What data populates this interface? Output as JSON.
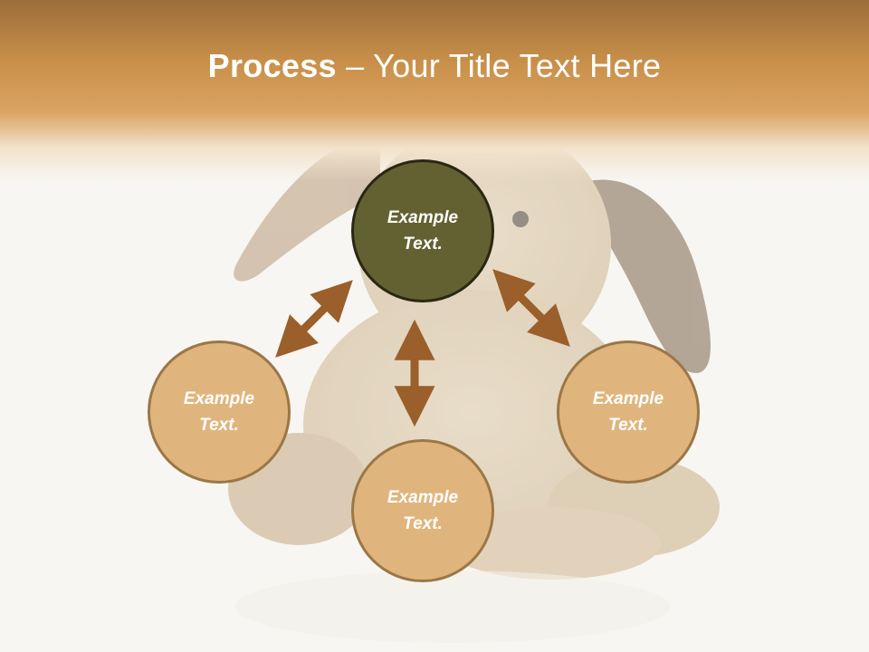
{
  "slide": {
    "title_bold": "Process",
    "title_rest": " – Your Title Text Here"
  },
  "diagram": {
    "nodes": [
      {
        "id": "top",
        "line1": "Example",
        "line2": "Text."
      },
      {
        "id": "left",
        "line1": "Example",
        "line2": "Text."
      },
      {
        "id": "bottom",
        "line1": "Example",
        "line2": "Text."
      },
      {
        "id": "right",
        "line1": "Example",
        "line2": "Text."
      }
    ]
  },
  "colors": {
    "header_top": "#9c6e3a",
    "header_mid": "#dba363",
    "center_node": "#636132",
    "outer_node": "#e0b57d",
    "node_border": "#9b7747",
    "arrow": "#9a5f2a"
  },
  "background_image": "plush-bunny-toy"
}
